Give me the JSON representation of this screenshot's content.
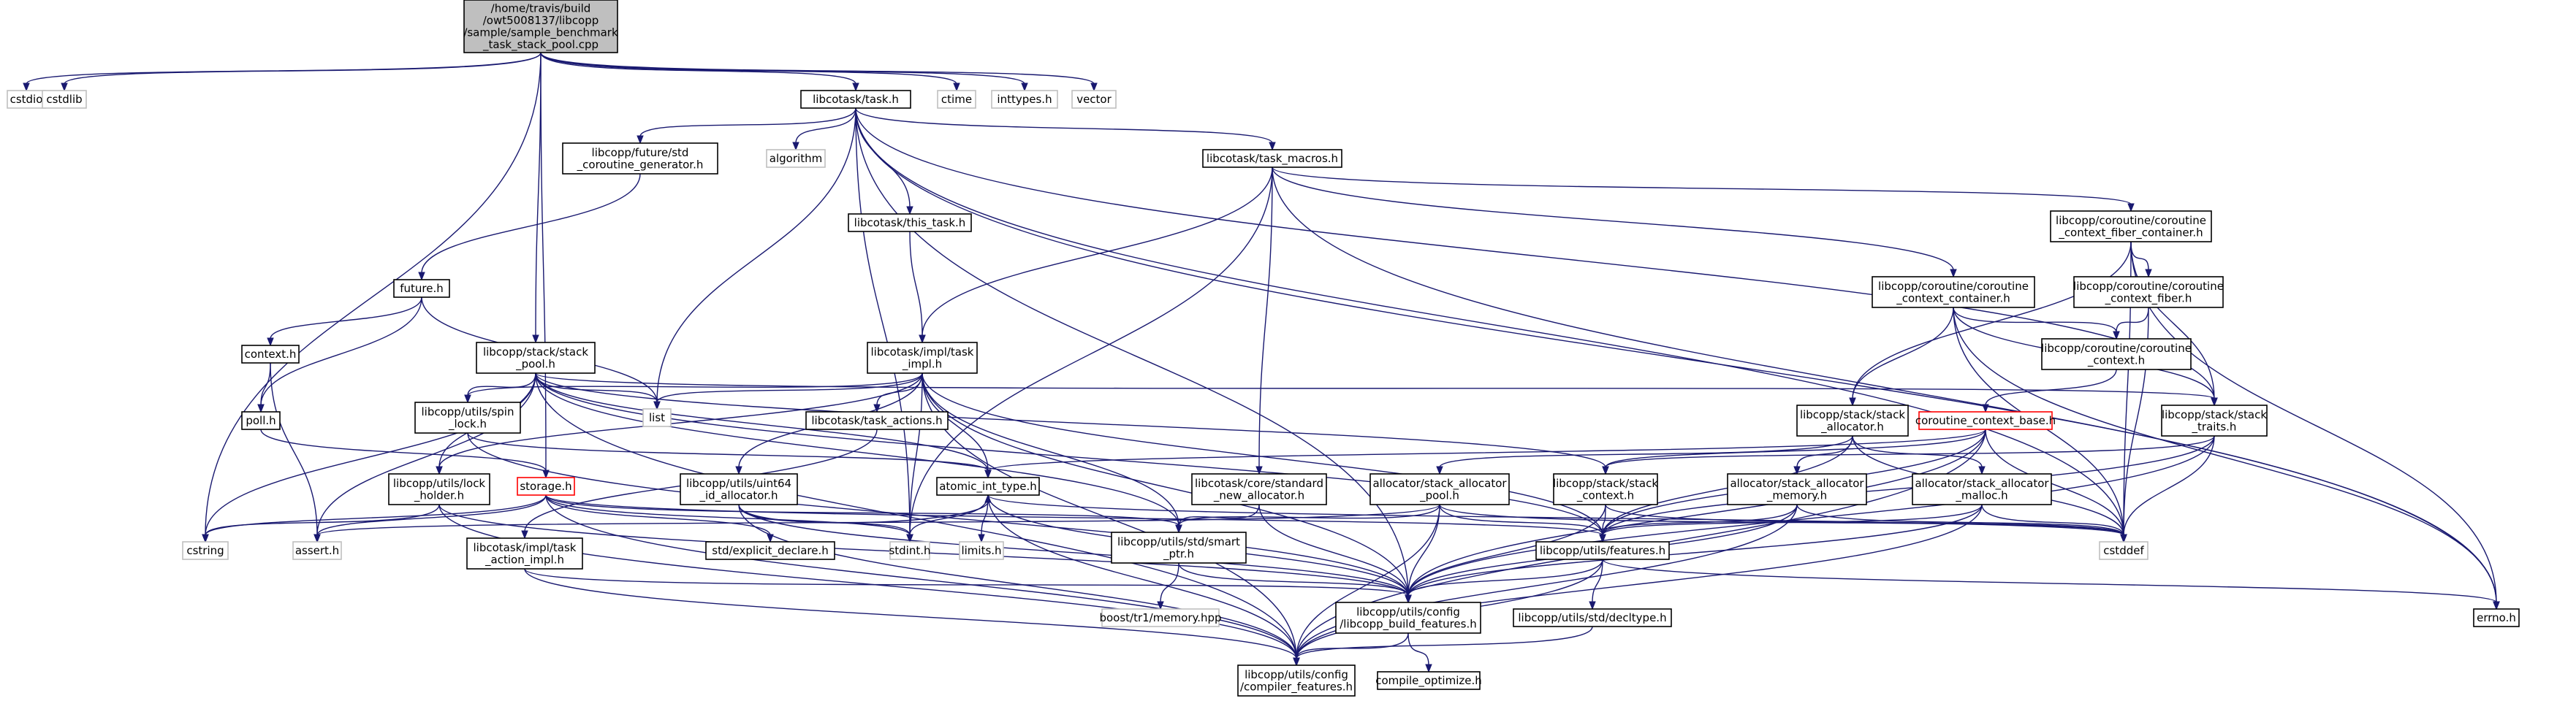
{
  "diagram": {
    "colors": {
      "edge": "#191970",
      "node_border": "#000000",
      "node_border_muted": "#bfbfbf",
      "node_border_truncated": "#ff0000",
      "root_fill": "#bfbfbf",
      "node_fill": "#ffffff",
      "text": "#000000"
    },
    "nodes": [
      {
        "id": "root",
        "lines": [
          "/home/travis/build",
          "/owt5008137/libcopp",
          "/sample/sample_benchmark",
          "_task_stack_pool.cpp"
        ],
        "style": "root"
      },
      {
        "id": "cstdio",
        "lines": [
          "cstdio"
        ],
        "style": "muted"
      },
      {
        "id": "cstdlib",
        "lines": [
          "cstdlib"
        ],
        "style": "muted"
      },
      {
        "id": "ctime",
        "lines": [
          "ctime"
        ],
        "style": "muted"
      },
      {
        "id": "inttypes",
        "lines": [
          "inttypes.h"
        ],
        "style": "muted"
      },
      {
        "id": "vector",
        "lines": [
          "vector"
        ],
        "style": "muted"
      },
      {
        "id": "task_h",
        "lines": [
          "libcotask/task.h"
        ],
        "style": "normal"
      },
      {
        "id": "future_std_coro",
        "lines": [
          "libcopp/future/std",
          "_coroutine_generator.h"
        ],
        "style": "normal"
      },
      {
        "id": "algorithm",
        "lines": [
          "algorithm"
        ],
        "style": "muted"
      },
      {
        "id": "task_macros",
        "lines": [
          "libcotask/task_macros.h"
        ],
        "style": "normal"
      },
      {
        "id": "this_task",
        "lines": [
          "libcotask/this_task.h"
        ],
        "style": "normal"
      },
      {
        "id": "fiber_container",
        "lines": [
          "libcopp/coroutine/coroutine",
          "_context_fiber_container.h"
        ],
        "style": "normal"
      },
      {
        "id": "context_fiber",
        "lines": [
          "libcopp/coroutine/coroutine",
          "_context_fiber.h"
        ],
        "style": "normal"
      },
      {
        "id": "context_container",
        "lines": [
          "libcopp/coroutine/coroutine",
          "_context_container.h"
        ],
        "style": "normal"
      },
      {
        "id": "future_h",
        "lines": [
          "future.h"
        ],
        "style": "normal"
      },
      {
        "id": "context_h",
        "lines": [
          "context.h"
        ],
        "style": "normal"
      },
      {
        "id": "stack_pool",
        "lines": [
          "libcopp/stack/stack",
          "_pool.h"
        ],
        "style": "normal"
      },
      {
        "id": "task_impl",
        "lines": [
          "libcotask/impl/task",
          "_impl.h"
        ],
        "style": "normal"
      },
      {
        "id": "coro_context",
        "lines": [
          "libcopp/coroutine/coroutine",
          "_context.h"
        ],
        "style": "normal"
      },
      {
        "id": "list",
        "lines": [
          "list"
        ],
        "style": "muted"
      },
      {
        "id": "spin_lock",
        "lines": [
          "libcopp/utils/spin",
          "_lock.h"
        ],
        "style": "normal"
      },
      {
        "id": "task_actions",
        "lines": [
          "libcotask/task_actions.h"
        ],
        "style": "normal"
      },
      {
        "id": "coro_context_base",
        "lines": [
          "coroutine_context_base.h"
        ],
        "style": "truncated"
      },
      {
        "id": "stack_traits",
        "lines": [
          "libcopp/stack/stack",
          "_traits.h"
        ],
        "style": "normal"
      },
      {
        "id": "stack_allocator",
        "lines": [
          "libcopp/stack/stack",
          "_allocator.h"
        ],
        "style": "normal"
      },
      {
        "id": "poll_h",
        "lines": [
          "poll.h"
        ],
        "style": "normal"
      },
      {
        "id": "lock_holder",
        "lines": [
          "libcopp/utils/lock",
          "_holder.h"
        ],
        "style": "normal"
      },
      {
        "id": "storage_h",
        "lines": [
          "storage.h"
        ],
        "style": "truncated"
      },
      {
        "id": "uint64_alloc",
        "lines": [
          "libcopp/utils/uint64",
          "_id_allocator.h"
        ],
        "style": "normal"
      },
      {
        "id": "atomic_int",
        "lines": [
          "atomic_int_type.h"
        ],
        "style": "normal"
      },
      {
        "id": "standard_new_alloc",
        "lines": [
          "libcotask/core/standard",
          "_new_allocator.h"
        ],
        "style": "normal"
      },
      {
        "id": "alloc_pool",
        "lines": [
          "allocator/stack_allocator",
          "_pool.h"
        ],
        "style": "normal"
      },
      {
        "id": "stack_context",
        "lines": [
          "libcopp/stack/stack",
          "_context.h"
        ],
        "style": "normal"
      },
      {
        "id": "alloc_memory",
        "lines": [
          "allocator/stack_allocator",
          "_memory.h"
        ],
        "style": "normal"
      },
      {
        "id": "alloc_malloc",
        "lines": [
          "allocator/stack_allocator",
          "_malloc.h"
        ],
        "style": "normal"
      },
      {
        "id": "cstring",
        "lines": [
          "cstring"
        ],
        "style": "muted"
      },
      {
        "id": "assert_h",
        "lines": [
          "assert.h"
        ],
        "style": "muted"
      },
      {
        "id": "task_action_impl",
        "lines": [
          "libcotask/impl/task",
          "_action_impl.h"
        ],
        "style": "normal"
      },
      {
        "id": "explicit_declare",
        "lines": [
          "std/explicit_declare.h"
        ],
        "style": "normal"
      },
      {
        "id": "stdint",
        "lines": [
          "stdint.h"
        ],
        "style": "muted"
      },
      {
        "id": "limits_h",
        "lines": [
          "limits.h"
        ],
        "style": "muted"
      },
      {
        "id": "smart_ptr",
        "lines": [
          "libcopp/utils/std/smart",
          "_ptr.h"
        ],
        "style": "normal"
      },
      {
        "id": "features",
        "lines": [
          "libcopp/utils/features.h"
        ],
        "style": "normal"
      },
      {
        "id": "cstddef",
        "lines": [
          "cstddef"
        ],
        "style": "muted"
      },
      {
        "id": "boost_memory",
        "lines": [
          "boost/tr1/memory.hpp"
        ],
        "style": "muted"
      },
      {
        "id": "build_features",
        "lines": [
          "libcopp/utils/config",
          "/libcopp_build_features.h"
        ],
        "style": "normal"
      },
      {
        "id": "decltype_h",
        "lines": [
          "libcopp/utils/std/decltype.h"
        ],
        "style": "normal"
      },
      {
        "id": "errno_h",
        "lines": [
          "errno.h"
        ],
        "style": "normal"
      },
      {
        "id": "compile_optimize",
        "lines": [
          "compile_optimize.h"
        ],
        "style": "normal"
      },
      {
        "id": "compiler_features",
        "lines": [
          "libcopp/utils/config",
          "/compiler_features.h"
        ],
        "style": "normal"
      }
    ],
    "edges": [
      [
        "root",
        "cstdio"
      ],
      [
        "root",
        "cstdlib"
      ],
      [
        "root",
        "ctime"
      ],
      [
        "root",
        "inttypes"
      ],
      [
        "root",
        "vector"
      ],
      [
        "root",
        "task_h"
      ],
      [
        "root",
        "stack_pool"
      ],
      [
        "root",
        "cstring"
      ],
      [
        "root",
        "storage_h"
      ],
      [
        "task_h",
        "future_std_coro"
      ],
      [
        "task_h",
        "algorithm"
      ],
      [
        "task_h",
        "task_macros"
      ],
      [
        "task_h",
        "this_task"
      ],
      [
        "task_h",
        "list"
      ],
      [
        "task_h",
        "stdint"
      ],
      [
        "task_h",
        "cstddef"
      ],
      [
        "task_h",
        "errno_h"
      ],
      [
        "task_h",
        "build_features"
      ],
      [
        "task_h",
        "stack_traits"
      ],
      [
        "task_macros",
        "task_impl"
      ],
      [
        "task_macros",
        "fiber_container"
      ],
      [
        "task_macros",
        "context_container"
      ],
      [
        "task_macros",
        "standard_new_alloc"
      ],
      [
        "task_macros",
        "stdint"
      ],
      [
        "task_macros",
        "errno_h"
      ],
      [
        "this_task",
        "task_impl"
      ],
      [
        "future_std_coro",
        "future_h"
      ],
      [
        "future_h",
        "context_h"
      ],
      [
        "future_h",
        "poll_h"
      ],
      [
        "future_h",
        "list"
      ],
      [
        "context_h",
        "poll_h"
      ],
      [
        "context_h",
        "assert_h"
      ],
      [
        "poll_h",
        "storage_h"
      ],
      [
        "fiber_container",
        "context_fiber"
      ],
      [
        "fiber_container",
        "stack_allocator"
      ],
      [
        "fiber_container",
        "stack_traits"
      ],
      [
        "fiber_container",
        "cstddef"
      ],
      [
        "fiber_container",
        "errno_h"
      ],
      [
        "context_fiber",
        "coro_context"
      ],
      [
        "context_fiber",
        "cstddef"
      ],
      [
        "context_container",
        "coro_context"
      ],
      [
        "context_container",
        "stack_allocator"
      ],
      [
        "context_container",
        "stack_traits"
      ],
      [
        "context_container",
        "cstddef"
      ],
      [
        "context_container",
        "errno_h"
      ],
      [
        "coro_context",
        "coro_context_base"
      ],
      [
        "coro_context_base",
        "stack_context"
      ],
      [
        "coro_context_base",
        "atomic_int"
      ],
      [
        "coro_context_base",
        "features"
      ],
      [
        "coro_context_base",
        "cstddef"
      ],
      [
        "coro_context_base",
        "build_features"
      ],
      [
        "coro_context_base",
        "compiler_features"
      ],
      [
        "stack_pool",
        "list"
      ],
      [
        "stack_pool",
        "spin_lock"
      ],
      [
        "stack_pool",
        "lock_holder"
      ],
      [
        "stack_pool",
        "cstring"
      ],
      [
        "stack_pool",
        "assert_h"
      ],
      [
        "stack_pool",
        "stack_traits"
      ],
      [
        "stack_pool",
        "stack_context"
      ],
      [
        "stack_pool",
        "smart_ptr"
      ],
      [
        "stack_pool",
        "features"
      ],
      [
        "stack_pool",
        "atomic_int"
      ],
      [
        "stack_pool",
        "compiler_features"
      ],
      [
        "task_impl",
        "list"
      ],
      [
        "task_impl",
        "spin_lock"
      ],
      [
        "task_impl",
        "task_actions"
      ],
      [
        "task_impl",
        "uint64_alloc"
      ],
      [
        "task_impl",
        "atomic_int"
      ],
      [
        "task_impl",
        "smart_ptr"
      ],
      [
        "task_impl",
        "stdint"
      ],
      [
        "task_impl",
        "build_features"
      ],
      [
        "task_impl",
        "features"
      ],
      [
        "task_impl",
        "compiler_features"
      ],
      [
        "task_impl",
        "lock_holder"
      ],
      [
        "task_actions",
        "task_action_impl"
      ],
      [
        "spin_lock",
        "atomic_int"
      ],
      [
        "spin_lock",
        "build_features"
      ],
      [
        "lock_holder",
        "cstring"
      ],
      [
        "lock_holder",
        "build_features"
      ],
      [
        "lock_holder",
        "compiler_features"
      ],
      [
        "uint64_alloc",
        "stdint"
      ],
      [
        "uint64_alloc",
        "atomic_int"
      ],
      [
        "uint64_alloc",
        "compiler_features"
      ],
      [
        "uint64_alloc",
        "build_features"
      ],
      [
        "atomic_int",
        "stdint"
      ],
      [
        "atomic_int",
        "limits_h"
      ],
      [
        "atomic_int",
        "build_features"
      ],
      [
        "atomic_int",
        "compiler_features"
      ],
      [
        "atomic_int",
        "cstddef"
      ],
      [
        "storage_h",
        "cstring"
      ],
      [
        "storage_h",
        "explicit_declare"
      ],
      [
        "storage_h",
        "smart_ptr"
      ],
      [
        "storage_h",
        "features"
      ],
      [
        "storage_h",
        "assert_h"
      ],
      [
        "storage_h",
        "compiler_features"
      ],
      [
        "storage_h",
        "stdint"
      ],
      [
        "standard_new_alloc",
        "smart_ptr"
      ],
      [
        "standard_new_alloc",
        "build_features"
      ],
      [
        "stack_allocator",
        "alloc_pool"
      ],
      [
        "stack_allocator",
        "alloc_memory"
      ],
      [
        "stack_allocator",
        "alloc_malloc"
      ],
      [
        "stack_allocator",
        "features"
      ],
      [
        "stack_allocator",
        "cstddef"
      ],
      [
        "alloc_pool",
        "smart_ptr"
      ],
      [
        "alloc_pool",
        "features"
      ],
      [
        "alloc_pool",
        "build_features"
      ],
      [
        "alloc_pool",
        "compiler_features"
      ],
      [
        "alloc_pool",
        "assert_h"
      ],
      [
        "alloc_pool",
        "cstddef"
      ],
      [
        "alloc_memory",
        "features"
      ],
      [
        "alloc_memory",
        "build_features"
      ],
      [
        "alloc_memory",
        "compiler_features"
      ],
      [
        "alloc_memory",
        "cstddef"
      ],
      [
        "alloc_malloc",
        "features"
      ],
      [
        "alloc_malloc",
        "build_features"
      ],
      [
        "alloc_malloc",
        "compiler_features"
      ],
      [
        "alloc_malloc",
        "cstddef"
      ],
      [
        "stack_traits",
        "stack_context"
      ],
      [
        "stack_traits",
        "features"
      ],
      [
        "stack_traits",
        "cstddef"
      ],
      [
        "stack_traits",
        "build_features"
      ],
      [
        "stack_context",
        "features"
      ],
      [
        "stack_context",
        "cstddef"
      ],
      [
        "stack_context",
        "build_features"
      ],
      [
        "task_action_impl",
        "build_features"
      ],
      [
        "task_action_impl",
        "compiler_features"
      ],
      [
        "smart_ptr",
        "boost_memory"
      ],
      [
        "smart_ptr",
        "build_features"
      ],
      [
        "features",
        "decltype_h"
      ],
      [
        "features",
        "build_features"
      ],
      [
        "features",
        "errno_h"
      ],
      [
        "features",
        "compiler_features"
      ],
      [
        "decltype_h",
        "compiler_features"
      ],
      [
        "build_features",
        "compile_optimize"
      ],
      [
        "build_features",
        "compiler_features"
      ]
    ]
  }
}
